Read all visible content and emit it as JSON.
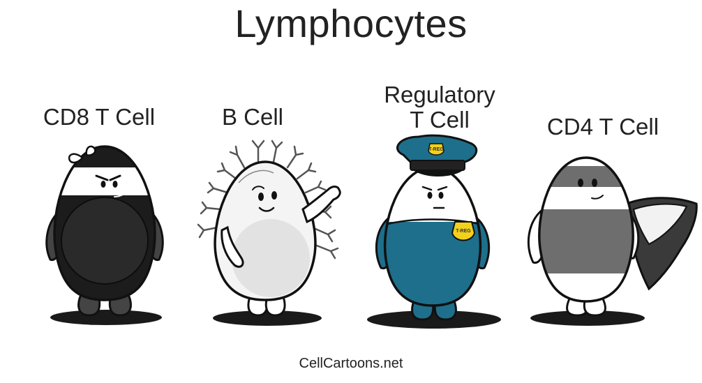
{
  "title": "Lymphocytes",
  "cells": [
    {
      "label": "CD8 T Cell"
    },
    {
      "label": "B Cell"
    },
    {
      "label_line1": "Regulatory",
      "label_line2": "T Cell",
      "badge": "T-REG"
    },
    {
      "label": "CD4 T Cell"
    }
  ],
  "footer": "CellCartoons.net",
  "colors": {
    "cd8_body": "#1c1c1c",
    "b_body": "#f4f4f4",
    "treg_uniform": "#1e6f8c",
    "treg_badge": "#f3d11b",
    "cd4_body": "#6e6e6e"
  }
}
